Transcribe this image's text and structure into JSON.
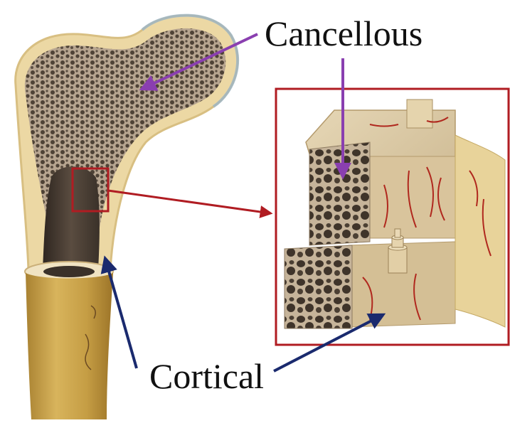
{
  "labels": {
    "cancellous": "Cancellous",
    "cortical": "Cortical"
  },
  "colors": {
    "cancellous_arrow": "#8a3fb0",
    "cortical_arrow": "#1a2a6e",
    "zoom_box": "#b01c22",
    "bone_shaft": "#c9a24a",
    "bone_outer": "#ecd8a4",
    "trabecular": "#5b4d40",
    "marrow_cavity": "#4a3f35",
    "blood_vessel": "#b0281e"
  },
  "icons": {
    "femur": "femur-cross-section-illustration",
    "detail": "bone-tissue-magnified-illustration"
  }
}
